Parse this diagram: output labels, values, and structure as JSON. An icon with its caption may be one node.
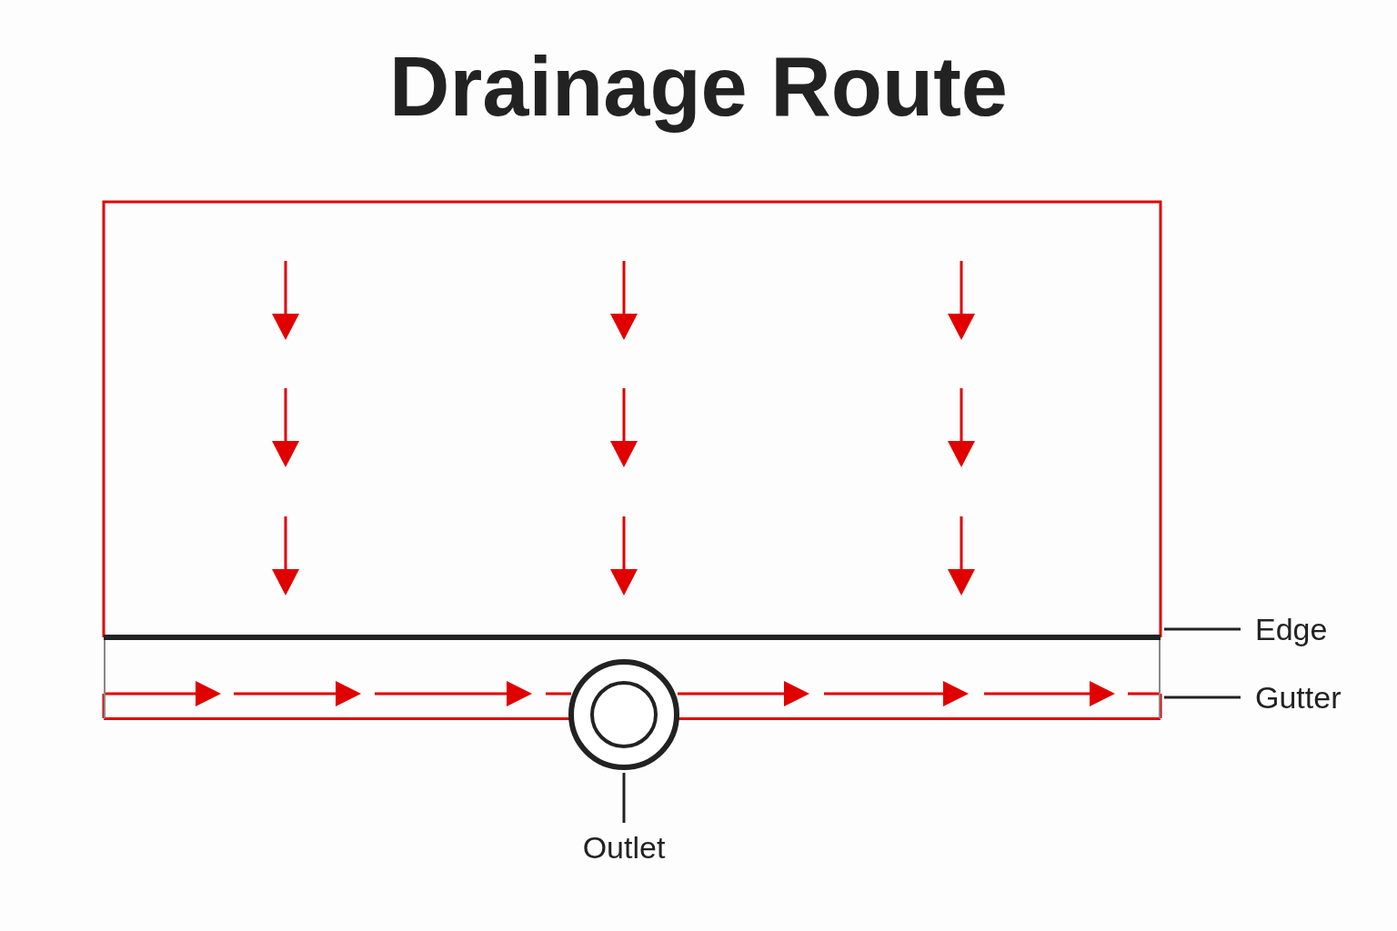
{
  "diagram": {
    "title": "Drainage Route",
    "nodes": [
      {
        "text": [],
        "shape": "bar"
      },
      {
        "text": [],
        "shape": "box"
      },
      {
        "text": [],
        "shape": "circle"
      },
      {
        "text": [
          "Edge"
        ]
      },
      {
        "text": [
          "Gutter"
        ]
      },
      {
        "text": [
          "Outlet"
        ]
      }
    ],
    "edges": [
      {
        "from": 3,
        "to": 0,
        "arrow": "none"
      },
      {
        "from": 4,
        "to": 1,
        "arrow": "none"
      },
      {
        "from": 5,
        "to": 2,
        "arrow": "none"
      }
    ]
  }
}
